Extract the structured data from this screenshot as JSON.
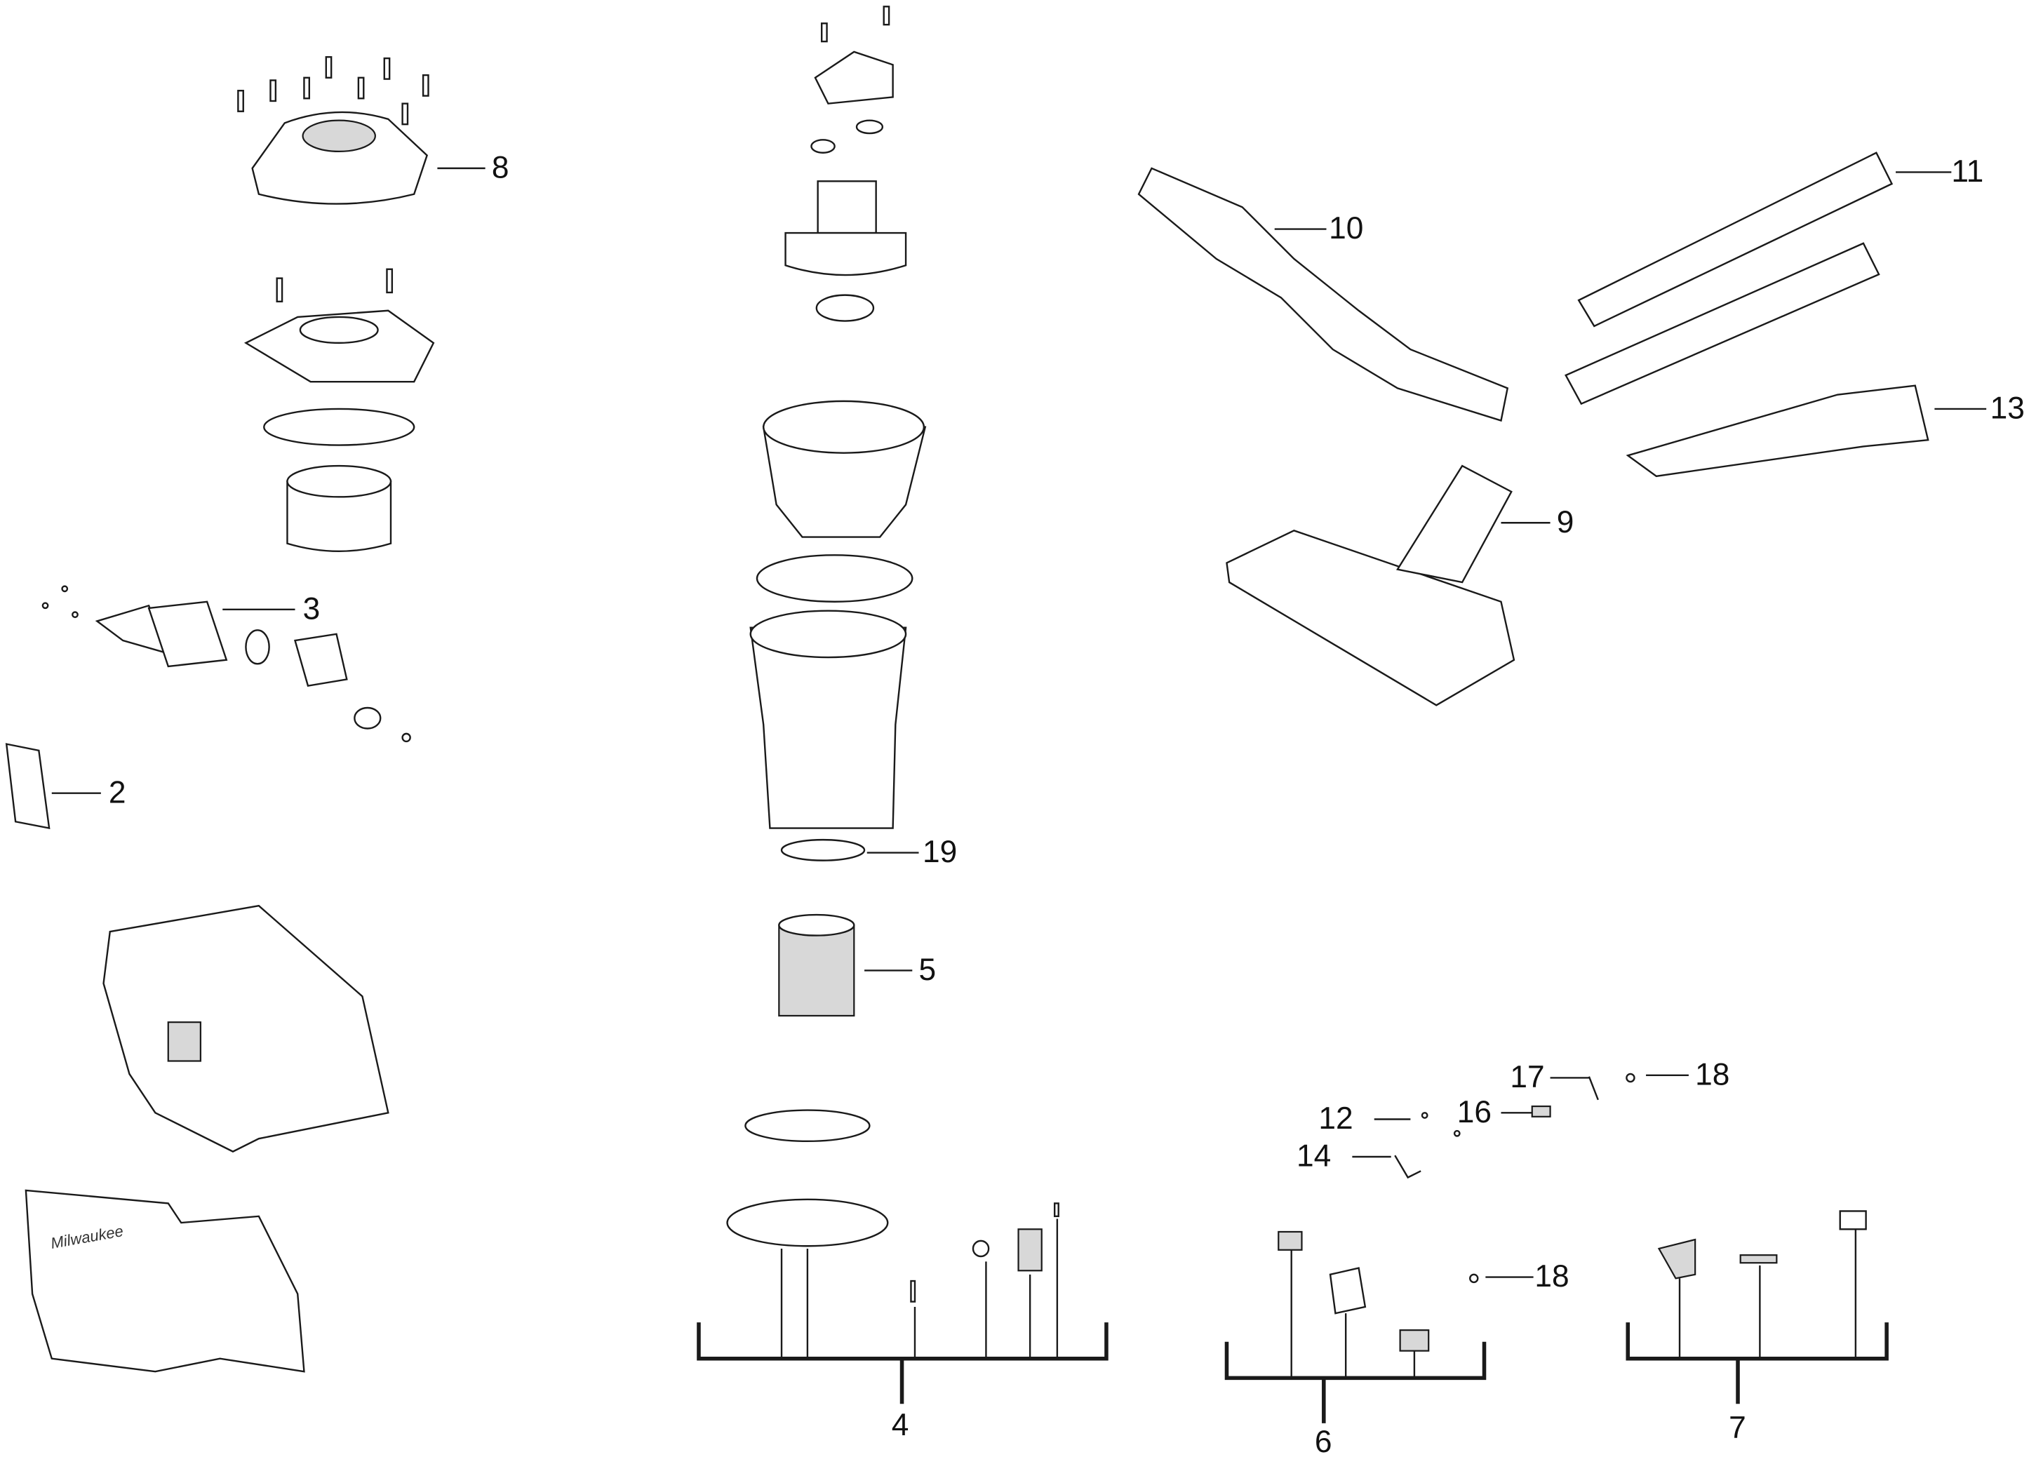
{
  "diagram": {
    "title": "Exploded parts diagram - cordless wet/dry vacuum",
    "callouts": {
      "c2": {
        "label": "2"
      },
      "c3": {
        "label": "3"
      },
      "c4": {
        "label": "4"
      },
      "c5": {
        "label": "5"
      },
      "c6": {
        "label": "6"
      },
      "c7": {
        "label": "7"
      },
      "c8": {
        "label": "8"
      },
      "c9": {
        "label": "9"
      },
      "c10": {
        "label": "10"
      },
      "c11": {
        "label": "11"
      },
      "c12": {
        "label": "12"
      },
      "c13": {
        "label": "13"
      },
      "c14": {
        "label": "14"
      },
      "c16": {
        "label": "16"
      },
      "c17": {
        "label": "17"
      },
      "c18a": {
        "label": "18"
      },
      "c18b": {
        "label": "18"
      },
      "c19": {
        "label": "19"
      }
    },
    "logo_text": "Milwaukee"
  }
}
